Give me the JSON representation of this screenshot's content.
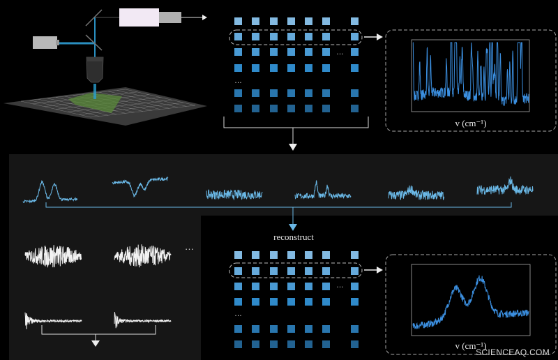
{
  "colors": {
    "background": "#000000",
    "panel": "#161616",
    "spectrum_blue": "#3b8fe0",
    "component_blue": "#6ab8e6",
    "beam": "#2a8fc0",
    "sample_green": "#5a8a3a",
    "signal_white": "#f2f2f2"
  },
  "labels": {
    "top_axis": "v (cm⁻¹)",
    "bottom_axis": "v (cm⁻¹)",
    "reconstruct": "reconstruct",
    "ellipsis": "…"
  },
  "grid": {
    "rows_shown": 6,
    "cols_shown": 7
  },
  "watermark": "SCIENCEAQ.COM"
}
